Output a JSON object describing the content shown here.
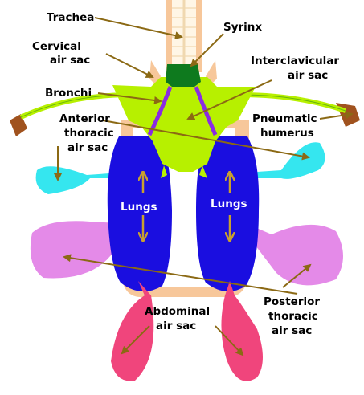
{
  "labels": {
    "trachea": "Trachea",
    "syrinx": "Syrinx",
    "cervical_1": "Cervical",
    "cervical_2": "air sac",
    "interclavicular_1": "Interclavicular",
    "interclavicular_2": "air sac",
    "bronchi": "Bronchi",
    "anterior_1": "Anterior",
    "anterior_2": "thoracic",
    "anterior_3": "air sac",
    "pneumatic_1": "Pneumatic",
    "pneumatic_2": "humerus",
    "lungs_left": "Lungs",
    "lungs_right": "Lungs",
    "posterior_1": "Posterior",
    "posterior_2": "thoracic",
    "posterior_3": "air sac",
    "abdominal_1": "Abdominal",
    "abdominal_2": "air sac"
  },
  "colors": {
    "lungs": "#1a0ee0",
    "interclavicular_sac": "#b7f000",
    "syrinx": "#0e7a1e",
    "anterior_thoracic_sac": "#35e6ef",
    "posterior_thoracic_sac": "#e48ae8",
    "abdominal_sac": "#f0457c",
    "body_outline": "#f7c79a",
    "bronchi": "#8a2be2",
    "humerus": "#a0521e",
    "arrow": "#8b6914"
  }
}
